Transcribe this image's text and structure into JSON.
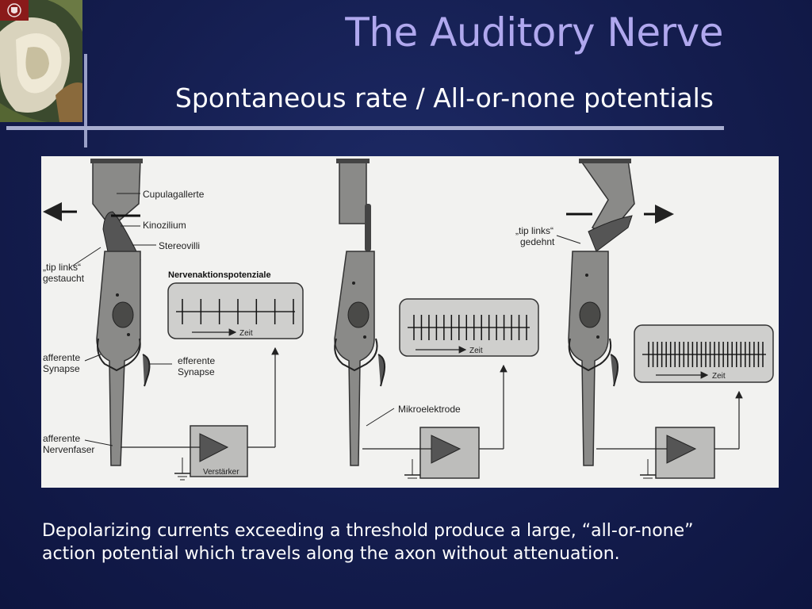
{
  "slide": {
    "title": "The Auditory Nerve",
    "subtitle": "Spontaneous rate / All-or-none potentials",
    "caption_line1": "Depolarizing currents exceeding a threshold produce a large, “all-or-none”",
    "caption_line2": "action potential which travels along the axon without attenuation."
  },
  "figure": {
    "labels": {
      "cupula": "Cupulagallerte",
      "kinocilium": "Kinozilium",
      "stereocilia": "Stereovilli",
      "tip_links_compressed_1": "„tip links“",
      "tip_links_compressed_2": "gestaucht",
      "nerve_ap": "Nervenaktionspotenziale",
      "time": "Zeit",
      "afferent_synapse_1": "afferente",
      "afferent_synapse_2": "Synapse",
      "efferent_synapse_1": "efferente",
      "efferent_synapse_2": "Synapse",
      "afferent_fiber_1": "afferente",
      "afferent_fiber_2": "Nervenfaser",
      "amplifier": "Verstärker",
      "microelectrode": "Mikroelektrode",
      "tip_links_stretched_1": "„tip links“",
      "tip_links_stretched_2": "gedehnt"
    },
    "spike_counts": [
      7,
      16,
      27
    ]
  },
  "colors": {
    "title": "#b0a8ee",
    "background": "#141d4e",
    "cell": "#8a8a88",
    "figure_bg": "#f2f2f0"
  }
}
